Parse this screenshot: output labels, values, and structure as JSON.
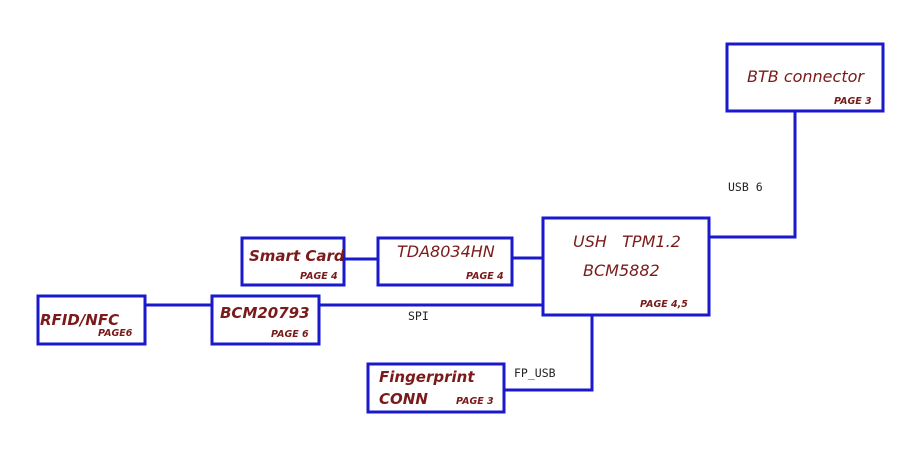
{
  "blocks": {
    "btb": {
      "name": "BTB connector",
      "page": "PAGE 3"
    },
    "ush": {
      "name_line1": "USH   TPM1.2",
      "name_line2": "BCM5882",
      "page": "PAGE 4,5"
    },
    "tda": {
      "name": "TDA8034HN",
      "page": "PAGE 4"
    },
    "smartcard": {
      "name": "Smart Card",
      "page": "PAGE 4"
    },
    "bcm20793": {
      "name": "BCM20793",
      "page": "PAGE 6"
    },
    "rfid": {
      "name": "RFID/NFC",
      "page": "PAGE6"
    },
    "fingerprint": {
      "name_line1": "Fingerprint",
      "name_line2": "CONN",
      "page": "PAGE 3"
    }
  },
  "signals": {
    "usb6": "USB 6",
    "spi": "SPI",
    "fp_usb": "FP_USB"
  },
  "colors": {
    "block_border": "#1a1acc",
    "label_text": "#7a1a1a",
    "signal_text": "#222222",
    "background": "#ffffff"
  }
}
